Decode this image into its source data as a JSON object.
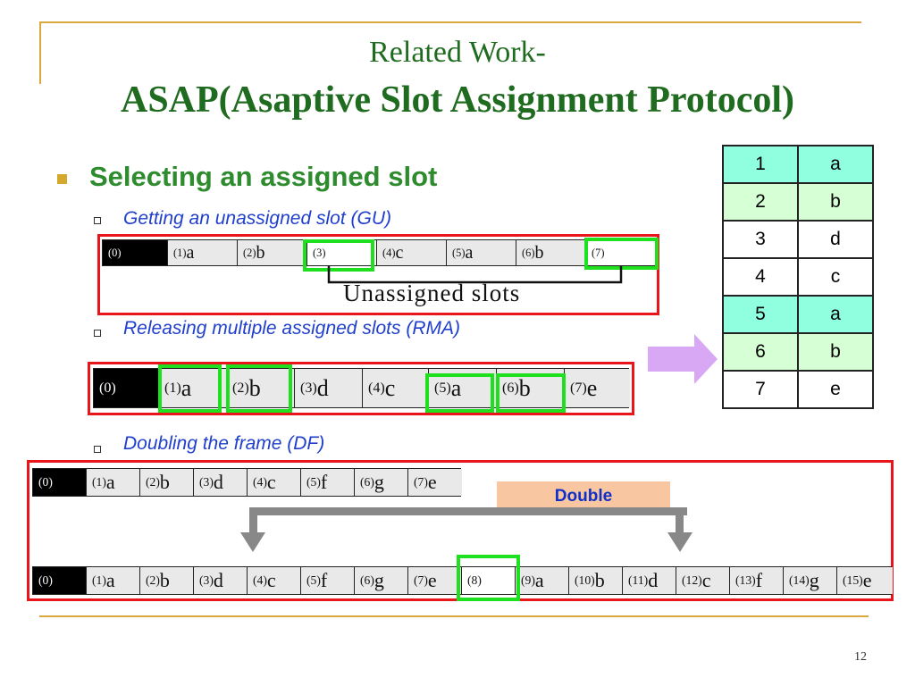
{
  "slide": {
    "title_line1": "Related Work-",
    "title_line2": "ASAP(Asaptive Slot Assignment Protocol)",
    "bullet": "Selecting an assigned slot",
    "page_number": "12"
  },
  "gu": {
    "label": "Getting an unassigned slot (GU)",
    "slots": [
      {
        "num": "(0)",
        "val": ""
      },
      {
        "num": "(1)",
        "val": "a"
      },
      {
        "num": "(2)",
        "val": "b"
      },
      {
        "num": "(3)",
        "val": ""
      },
      {
        "num": "(4)",
        "val": "c"
      },
      {
        "num": "(5)",
        "val": "a"
      },
      {
        "num": "(6)",
        "val": "b"
      },
      {
        "num": "(7)",
        "val": ""
      }
    ],
    "annotation": "Unassigned slots"
  },
  "rma": {
    "label": "Releasing multiple assigned slots (RMA)",
    "slots": [
      {
        "num": "(0)",
        "val": ""
      },
      {
        "num": "(1)",
        "val": "a"
      },
      {
        "num": "(2)",
        "val": "b"
      },
      {
        "num": "(3)",
        "val": "d"
      },
      {
        "num": "(4)",
        "val": "c"
      },
      {
        "num": "(5)",
        "val": "a"
      },
      {
        "num": "(6)",
        "val": "b"
      },
      {
        "num": "(7)",
        "val": "e"
      }
    ]
  },
  "df": {
    "label": "Doubling the frame (DF)",
    "double_label": "Double",
    "top_slots": [
      {
        "num": "(0)",
        "val": ""
      },
      {
        "num": "(1)",
        "val": "a"
      },
      {
        "num": "(2)",
        "val": "b"
      },
      {
        "num": "(3)",
        "val": "d"
      },
      {
        "num": "(4)",
        "val": "c"
      },
      {
        "num": "(5)",
        "val": "f"
      },
      {
        "num": "(6)",
        "val": "g"
      },
      {
        "num": "(7)",
        "val": "e"
      }
    ],
    "bottom_slots": [
      {
        "num": "(0)",
        "val": ""
      },
      {
        "num": "(1)",
        "val": "a"
      },
      {
        "num": "(2)",
        "val": "b"
      },
      {
        "num": "(3)",
        "val": "d"
      },
      {
        "num": "(4)",
        "val": "c"
      },
      {
        "num": "(5)",
        "val": "f"
      },
      {
        "num": "(6)",
        "val": "g"
      },
      {
        "num": "(7)",
        "val": "e"
      },
      {
        "num": "(8)",
        "val": ""
      },
      {
        "num": "(9)",
        "val": "a"
      },
      {
        "num": "(10)",
        "val": "b"
      },
      {
        "num": "(11)",
        "val": "d"
      },
      {
        "num": "(12)",
        "val": "c"
      },
      {
        "num": "(13)",
        "val": "f"
      },
      {
        "num": "(14)",
        "val": "g"
      },
      {
        "num": "(15)",
        "val": "e"
      }
    ]
  },
  "table": {
    "rows": [
      {
        "slot": "1",
        "node": "a"
      },
      {
        "slot": "2",
        "node": "b"
      },
      {
        "slot": "3",
        "node": "d"
      },
      {
        "slot": "4",
        "node": "c"
      },
      {
        "slot": "5",
        "node": "a"
      },
      {
        "slot": "6",
        "node": "b"
      },
      {
        "slot": "7",
        "node": "e"
      }
    ]
  },
  "colors": {
    "title": "#1F6B1F",
    "bullet_text": "#2E8B2E",
    "sub_text": "#1F3FCC",
    "rule": "#D9A940",
    "frame_border": "#E8151B",
    "highlight": "#1EE01E",
    "table_highlight": "#90FFE0",
    "table_green": "#D6FFD6",
    "arrow": "#D9A8F5"
  }
}
